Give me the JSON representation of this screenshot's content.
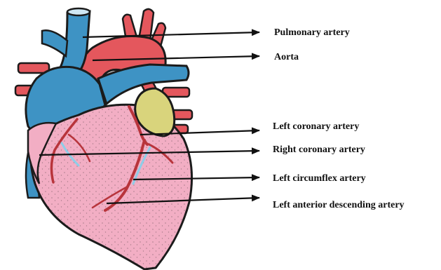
{
  "labels": {
    "pulmonary_artery": "Pulmonary artery",
    "aorta": "Aorta",
    "left_coronary_artery": "Left coronary artery",
    "right_coronary_artery": "Right coronary artery",
    "left_circumflex_artery": "Left circumflex artery",
    "left_anterior_descending_artery": "Left anterior descending artery"
  },
  "colors": {
    "pulmonary": "#3e93c4",
    "aorta": "#e4575d",
    "heart": "#f2aec4",
    "auricle": "#d9d47c",
    "coronary": "#b8343b",
    "vein": "#8ecde8",
    "outline": "#1b1b1b"
  }
}
